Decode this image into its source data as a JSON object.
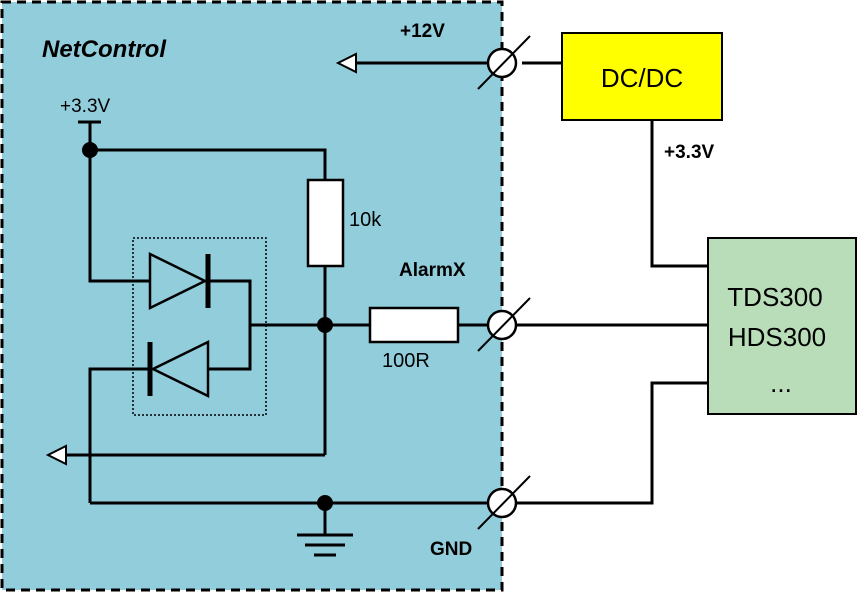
{
  "diagram": {
    "title": "NetControl",
    "labels": {
      "supply_12v": "+12V",
      "dcdc": "DC/DC",
      "dcdc_out": "+3.3V",
      "local_supply": "+3.3V",
      "r_pullup": "10k",
      "r_series": "100R",
      "signal": "AlarmX",
      "ground": "GND"
    },
    "device_lines": [
      "TDS300",
      "HDS300",
      "..."
    ],
    "colors": {
      "netcontrol_fill": "#92cddc",
      "dcdc_fill": "#ffff00",
      "device_fill": "#b9ddb9",
      "wire": "#000000"
    }
  }
}
